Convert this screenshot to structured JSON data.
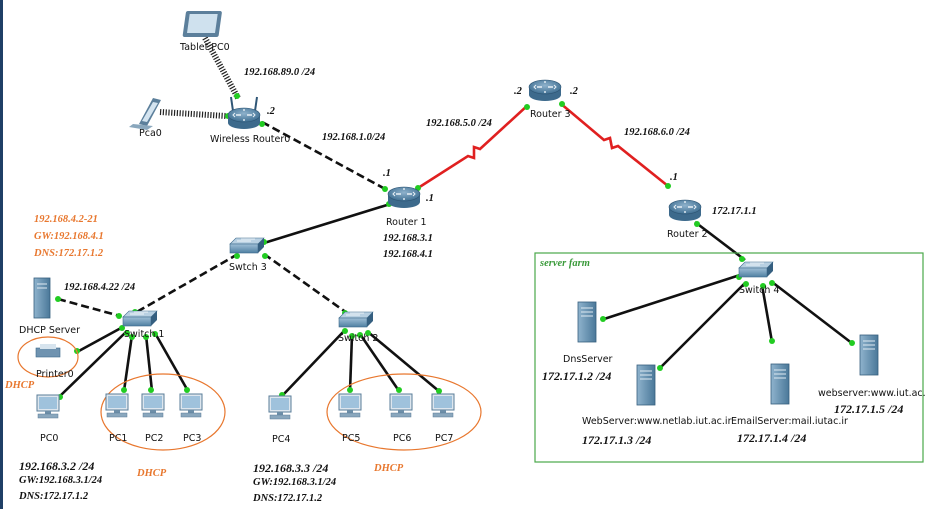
{
  "devices": {
    "tablet": "Tablet PC0",
    "pca0": "Pca0",
    "wireless_router": "Wireless Router0",
    "router1": "Router 1",
    "router2": "Router 2",
    "router3": "Router 3",
    "switch3": "Swtch 3",
    "switch1": "Switch 1",
    "switch2": "Switch 2",
    "switch4": "Switch 4",
    "dhcp_server": "DHCP Server",
    "printer": "Printer0",
    "pc0": "PC0",
    "pc1": "PC1",
    "pc2": "PC2",
    "pc3": "PC3",
    "pc4": "PC4",
    "pc5": "PC5",
    "pc6": "PC6",
    "pc7": "PC7",
    "dns_server": "DnsServer",
    "web_server": "WebServer:www.netlab.iut.ac.ir",
    "email_server": "EmailServer:mail.iutac.ir",
    "webserver2": "webserver:www.iut.ac.ir"
  },
  "networks": {
    "wireless_net": "192.168.89.0 /24",
    "wr_r1_net": "192.168.1.0/24",
    "r1_r3_net": "192.168.5.0 /24",
    "r3_r2_net": "192.168.6.0 /24",
    "dhcp_server_ip": "192.168.4.22 /24"
  },
  "interfaces": {
    "wr_dot2": ".2",
    "r1_dot1_top": ".1",
    "r1_dot1_right": ".1",
    "r3_dot2_left": ".2",
    "r3_dot2_right": ".2",
    "r2_dot1": ".1",
    "r2_lan": "172.17.1.1",
    "r1_lan1": "192.168.3.1",
    "r1_lan2": "192.168.4.1"
  },
  "dhcp_pool": {
    "range": "192.168.4.2-21",
    "gw": "GW:192.168.4.1",
    "dns": "DNS:172.17.1.2"
  },
  "dhcp_labels": {
    "left": "DHCP",
    "middle": "DHCP",
    "right": "DHCP"
  },
  "pc0_config": {
    "ip": "192.168.3.2 /24",
    "gw": "GW:192.168.3.1/24",
    "dns": "DNS:172.17.1.2"
  },
  "pc4_config": {
    "ip": "192.168.3.3 /24",
    "gw": "GW:192.168.3.1/24",
    "dns": "DNS:172.17.1.2"
  },
  "server_farm": {
    "title": "server farm",
    "dns_ip": "172.17.1.2 /24",
    "web_ip": "172.17.1.3 /24",
    "email_ip": "172.17.1.4 /24",
    "web2_ip": "172.17.1.5 /24"
  },
  "colors": {
    "serial_link": "#e02020",
    "ethernet_link": "#111111",
    "port_up": "#22cc22",
    "dhcp_orange": "#e8772e",
    "server_farm_border": "#4aa84a",
    "device_blue": "#4d7fa3"
  }
}
